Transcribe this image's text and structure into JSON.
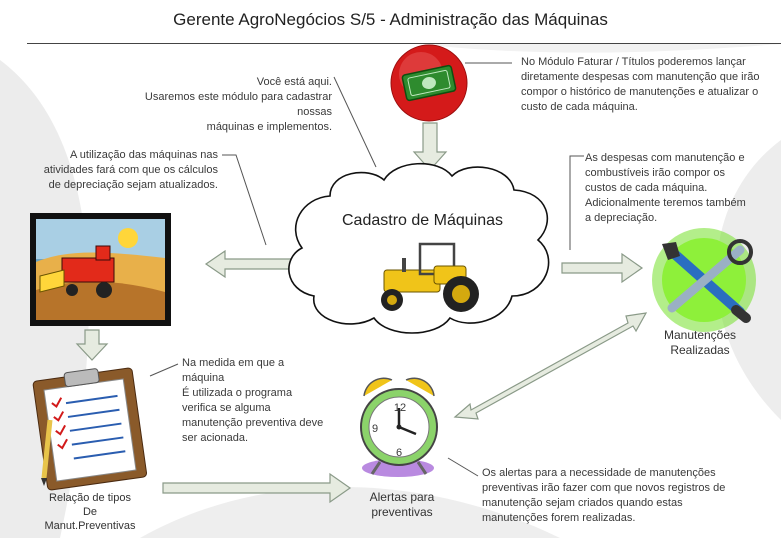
{
  "header": {
    "title": "Gerente AgroNegócios S/5 - Administração das Máquinas"
  },
  "center": {
    "title": "Cadastro de Máquinas"
  },
  "notes": {
    "here": [
      "Você está aqui.",
      "Usaremos este módulo para cadastrar nossas",
      "máquinas e implementos."
    ],
    "billing": [
      "No Módulo Faturar / Títulos poderemos lançar",
      "diretamente despesas com manutenção que irão",
      "compor o histórico de manutenções e atualizar o",
      "custo de cada máquina."
    ],
    "usage": [
      "A utilização das máquinas nas",
      "atividades fará com que os cálculos",
      "de depreciação sejam atualizados."
    ],
    "expenses": [
      "As despesas com manutenção e",
      "combustíveis irão compor os",
      "custos de cada máquina.",
      "Adicionalmente teremos também",
      "a depreciação."
    ],
    "measure": [
      "Na medida em que a",
      "máquina",
      "É utilizada o programa",
      "verifica se alguma",
      "manutenção preventiva deve",
      "ser acionada."
    ],
    "alerts": [
      "Os alertas para a necessidade de manutenções",
      "preventivas irão fazer com que novos registros de",
      "manutenção sejam criados quando estas",
      "manutenções forem realizadas."
    ]
  },
  "labels": {
    "maintenance": [
      "Manutenções",
      "Realizadas"
    ],
    "alerts": [
      "Alertas para",
      "preventivas"
    ],
    "relation": [
      "Relação de tipos",
      "De",
      "Manut.Preventivas"
    ]
  },
  "clock": {
    "n12": "12",
    "n9": "9",
    "n6": "6"
  },
  "colors": {
    "arrow_fill": "#e6ebe0",
    "arrow_stroke": "#8a9a88",
    "tools_green": "#74e02a",
    "money_red": "#d41a1a",
    "clock_green": "#8bd36a"
  },
  "icons": [
    "money-icon",
    "tractor-icon",
    "harvest-picture",
    "clipboard-icon",
    "alarm-clock-icon",
    "tools-icon"
  ]
}
